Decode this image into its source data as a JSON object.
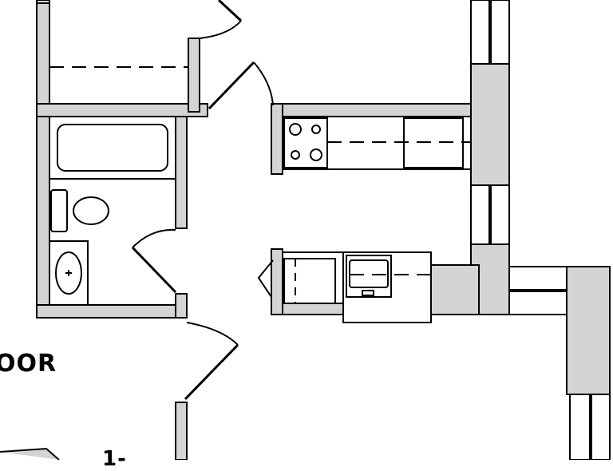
{
  "plan": {
    "labels": {
      "door_fragment": "OOR",
      "bottom_fragment": "1‑"
    },
    "colors": {
      "wall_fill": "#d4d4d4",
      "line": "#000000",
      "background": "#ffffff"
    },
    "rooms": [
      "bathroom",
      "kitchen",
      "hallway",
      "closet"
    ],
    "fixtures": [
      "bathtub",
      "toilet",
      "bathroom-sink",
      "cooktop",
      "kitchen-sink",
      "dishwasher",
      "pantry-cabinet"
    ]
  }
}
